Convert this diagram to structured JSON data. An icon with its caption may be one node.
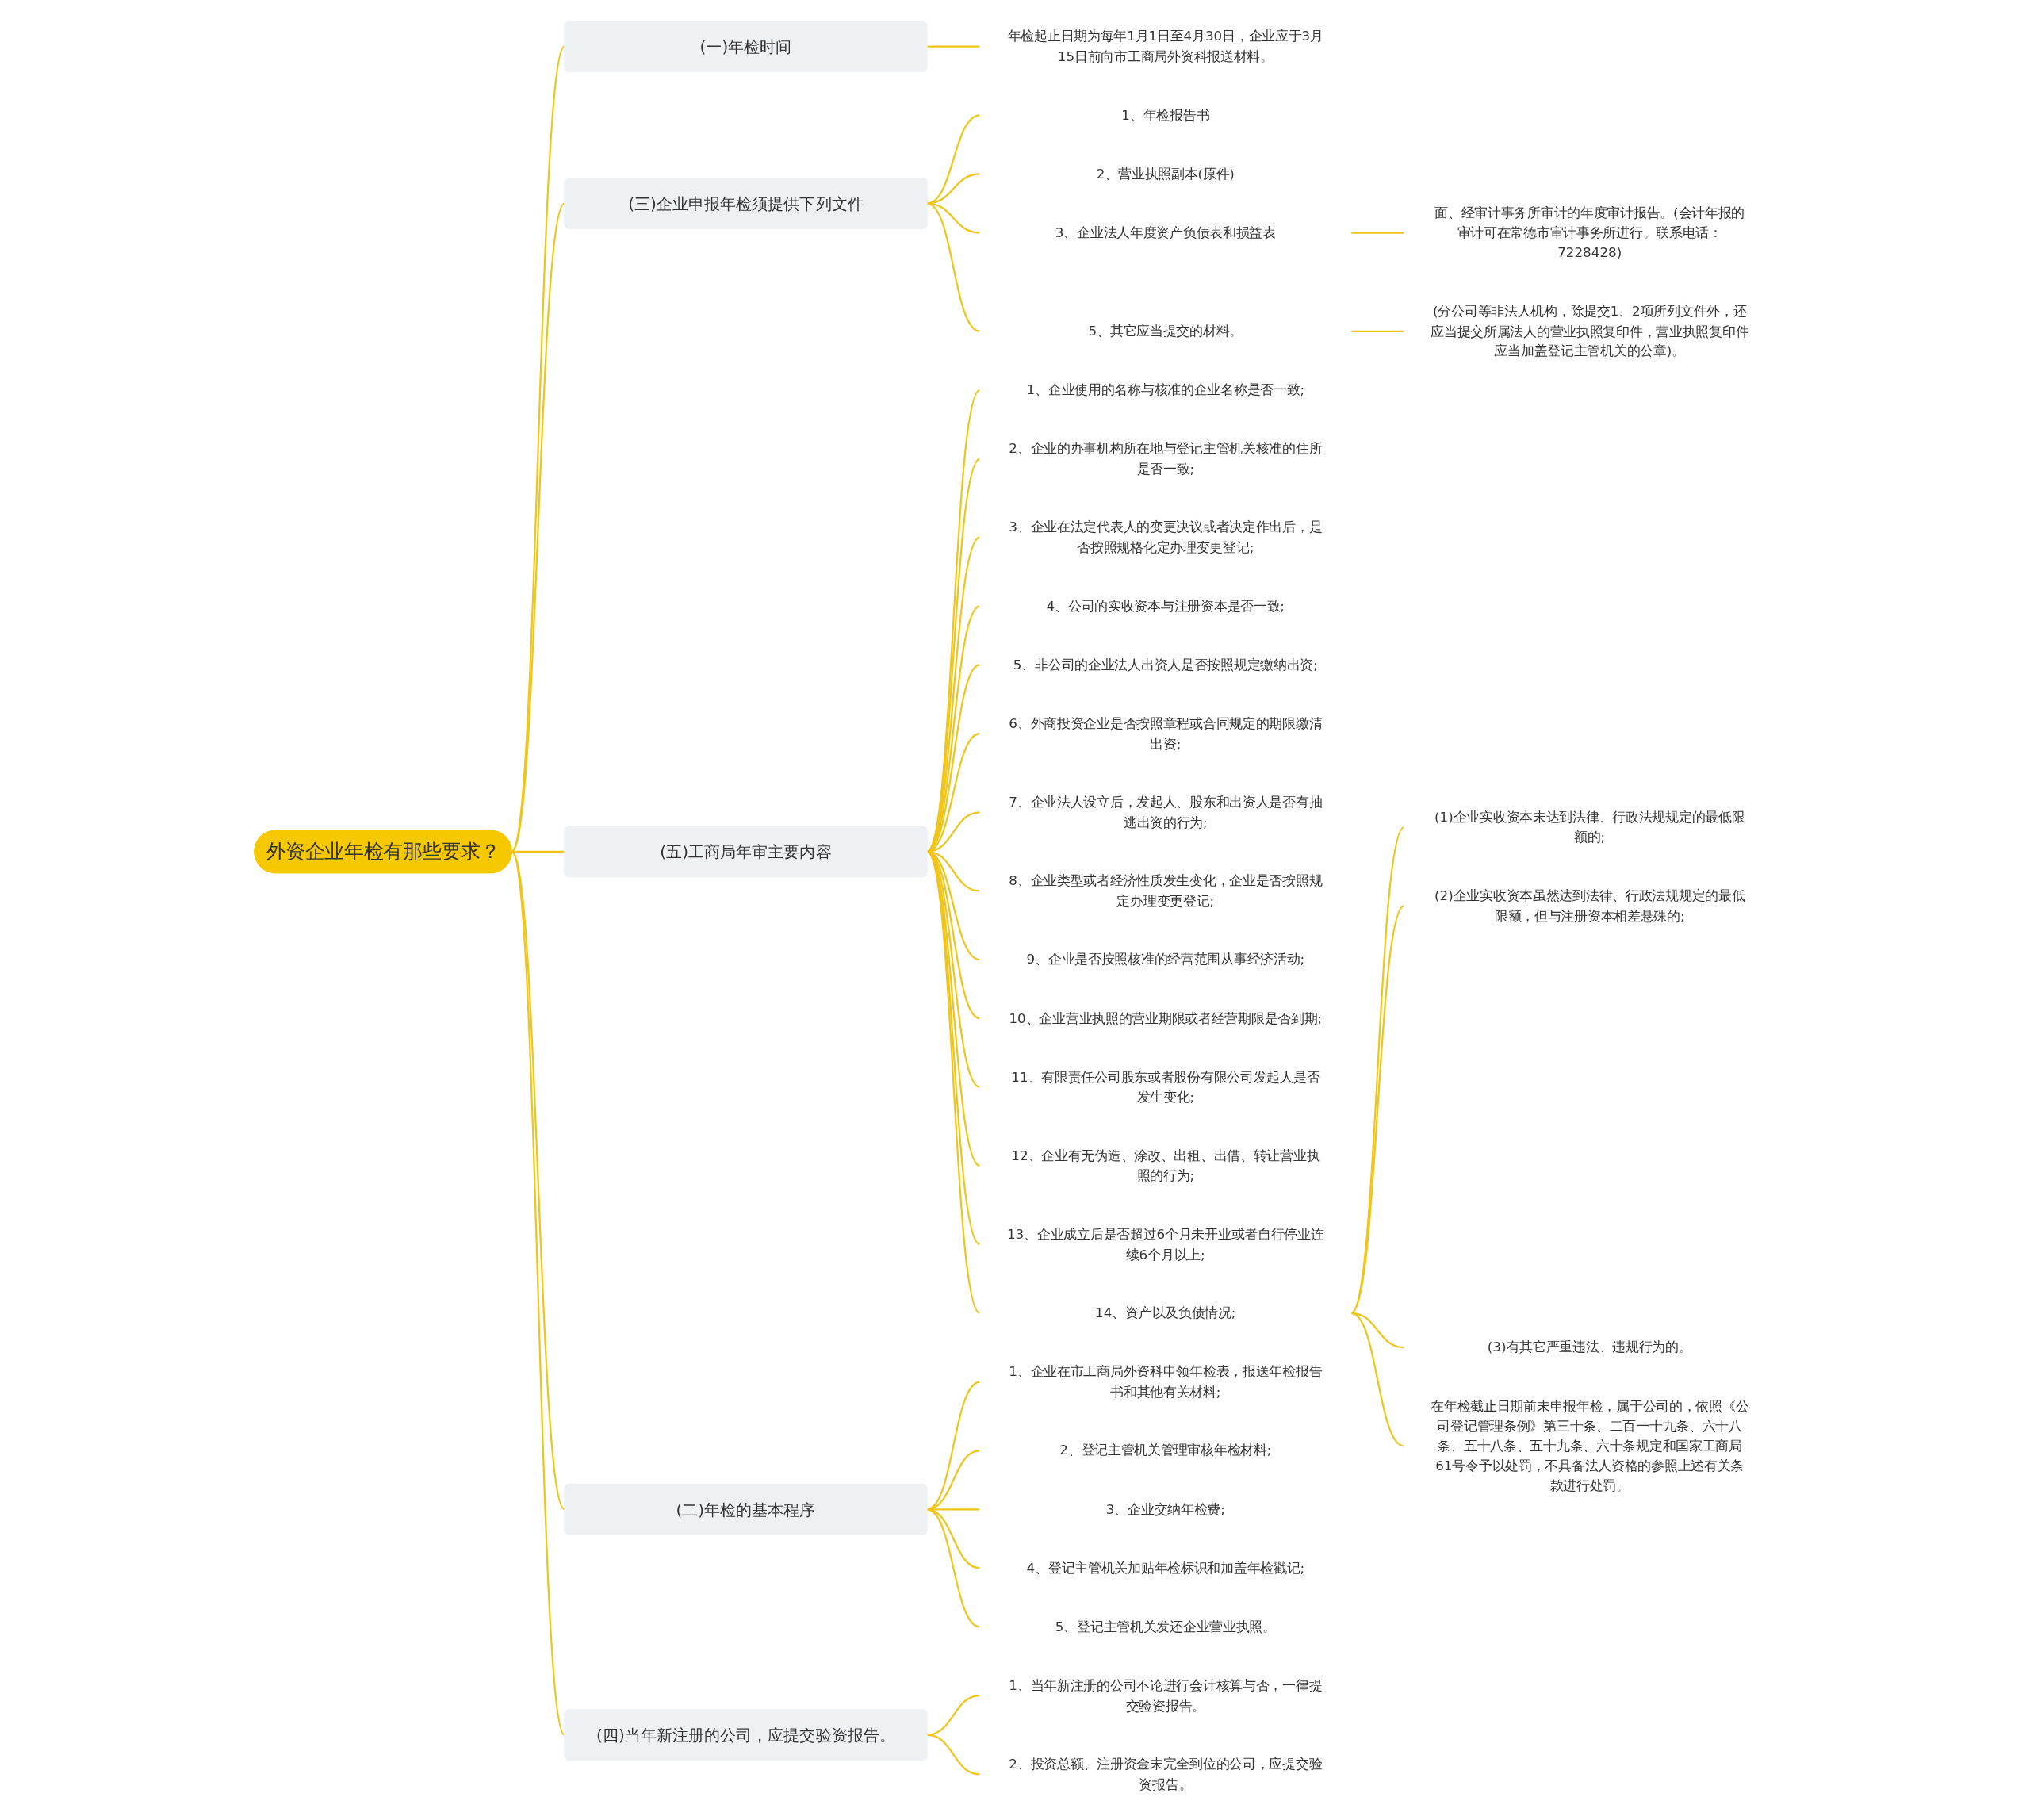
{
  "diagram": {
    "nodes": [
      {
        "text": [
          "外资企业年检有那些要求？"
        ]
      },
      {
        "text": [
          "(一)年检时间"
        ]
      },
      {
        "text": [
          "年检起止日期为每年1月1日至4月30日，企业应于3月15日前向市工商局外资科报送材料。"
        ]
      },
      {
        "text": [
          "(三)企业申报年检须提供下列文件"
        ]
      },
      {
        "text": [
          "1、年检报告书"
        ]
      },
      {
        "text": [
          "2、营业执照副本(原件)"
        ]
      },
      {
        "text": [
          "3、企业法人年度资产负债表和损益表"
        ]
      },
      {
        "text": [
          "面、经审计事务所审计的年度审计报告。(会计年报的审计可在常德市审计事务所进行。联系电话：7228428)"
        ]
      },
      {
        "text": [
          "5、其它应当提交的材料。"
        ]
      },
      {
        "text": [
          "(分公司等非法人机构，除提交1、2项所列文件外，还应当提交所属法人的营业执照复印件，营业执照复印件应当加盖登记主管机关的公章)。"
        ]
      },
      {
        "text": [
          "(五)工商局年审主要内容"
        ]
      },
      {
        "text": [
          "1、企业使用的名称与核准的企业名称是否一致;"
        ]
      },
      {
        "text": [
          "2、企业的办事机构所在地与登记主管机关核准的住所是否一致;"
        ]
      },
      {
        "text": [
          "3、企业在法定代表人的变更决议或者决定作出后，是否按照规格化定办理变更登记;"
        ]
      },
      {
        "text": [
          "4、公司的实收资本与注册资本是否一致;"
        ]
      },
      {
        "text": [
          "5、非公司的企业法人出资人是否按照规定缴纳出资;"
        ]
      },
      {
        "text": [
          "6、外商投资企业是否按照章程或合同规定的期限缴清出资;"
        ]
      },
      {
        "text": [
          "7、企业法人设立后，发起人、股东和出资人是否有抽逃出资的行为;"
        ]
      },
      {
        "text": [
          "8、企业类型或者经济性质发生变化，企业是否按照规定办理变更登记;"
        ]
      },
      {
        "text": [
          "9、企业是否按照核准的经营范围从事经济活动;"
        ]
      },
      {
        "text": [
          "10、企业营业执照的营业期限或者经营期限是否到期;"
        ]
      },
      {
        "text": [
          "11、有限责任公司股东或者股份有限公司发起人是否发生变化;"
        ]
      },
      {
        "text": [
          "12、企业有无伪造、涂改、出租、出借、转让营业执照的行为;"
        ]
      },
      {
        "text": [
          "13、企业成立后是否超过6个月未开业或者自行停业连续6个月以上;"
        ]
      },
      {
        "text": [
          "14、资产以及负债情况;"
        ]
      },
      {
        "text": [
          "(1)企业实收资本未达到法律、行政法规规定的最低限额的;"
        ]
      },
      {
        "text": [
          "(2)企业实收资本虽然达到法律、行政法规规定的最低限额，但与注册资本相差悬殊的;"
        ]
      },
      {
        "text": [
          "(3)有其它严重违法、违规行为的。"
        ]
      },
      {
        "text": [
          "在年检截止日期前未申报年检，属于公司的，依照《公司登记管理条例》第三十条、二百一十九条、六十八条、五十八条、五十九条、六十条规定和国家工商局61号令予以处罚，不具备法人资格的参照上述有关条款进行处罚。"
        ]
      },
      {
        "text": [
          "(二)年检的基本程序"
        ]
      },
      {
        "text": [
          "1、企业在市工商局外资科申领年检表，报送年检报告书和其他有关材料;"
        ]
      },
      {
        "text": [
          "2、登记主管机关管理审核年检材料;"
        ]
      },
      {
        "text": [
          "3、企业交纳年检费;"
        ]
      },
      {
        "text": [
          "4、登记主管机关加贴年检标识和加盖年检戳记;"
        ]
      },
      {
        "text": [
          "5、登记主管机关发还企业营业执照。"
        ]
      },
      {
        "text": [
          "(四)当年新注册的公司，应提交验资报告。"
        ]
      },
      {
        "text": [
          "1、当年新注册的公司不论进行会计核算与否，一律提交验资报告。"
        ]
      },
      {
        "text": [
          "2、投资总额、注册资金未完全到位的公司，应提交验资报告。"
        ]
      }
    ],
    "edges": [
      {
        "from": 0,
        "to": 1,
        "arrow": "none"
      },
      {
        "from": 1,
        "to": 2,
        "arrow": "none"
      },
      {
        "from": 0,
        "to": 3,
        "arrow": "none"
      },
      {
        "from": 3,
        "to": 4,
        "arrow": "none"
      },
      {
        "from": 3,
        "to": 5,
        "arrow": "none"
      },
      {
        "from": 3,
        "to": 6,
        "arrow": "none"
      },
      {
        "from": 6,
        "to": 7,
        "arrow": "none"
      },
      {
        "from": 3,
        "to": 8,
        "arrow": "none"
      },
      {
        "from": 8,
        "to": 9,
        "arrow": "none"
      },
      {
        "from": 0,
        "to": 10,
        "arrow": "none"
      },
      {
        "from": 10,
        "to": 11,
        "arrow": "none"
      },
      {
        "from": 10,
        "to": 12,
        "arrow": "none"
      },
      {
        "from": 10,
        "to": 13,
        "arrow": "none"
      },
      {
        "from": 10,
        "to": 14,
        "arrow": "none"
      },
      {
        "from": 10,
        "to": 15,
        "arrow": "none"
      },
      {
        "from": 10,
        "to": 16,
        "arrow": "none"
      },
      {
        "from": 10,
        "to": 17,
        "arrow": "none"
      },
      {
        "from": 10,
        "to": 18,
        "arrow": "none"
      },
      {
        "from": 10,
        "to": 19,
        "arrow": "none"
      },
      {
        "from": 10,
        "to": 20,
        "arrow": "none"
      },
      {
        "from": 10,
        "to": 21,
        "arrow": "none"
      },
      {
        "from": 10,
        "to": 22,
        "arrow": "none"
      },
      {
        "from": 10,
        "to": 23,
        "arrow": "none"
      },
      {
        "from": 10,
        "to": 24,
        "arrow": "none"
      },
      {
        "from": 24,
        "to": 25,
        "arrow": "none"
      },
      {
        "from": 24,
        "to": 26,
        "arrow": "none"
      },
      {
        "from": 24,
        "to": 27,
        "arrow": "none"
      },
      {
        "from": 24,
        "to": 28,
        "arrow": "none"
      },
      {
        "from": 0,
        "to": 29,
        "arrow": "none"
      },
      {
        "from": 29,
        "to": 30,
        "arrow": "none"
      },
      {
        "from": 29,
        "to": 31,
        "arrow": "none"
      },
      {
        "from": 29,
        "to": 32,
        "arrow": "none"
      },
      {
        "from": 29,
        "to": 33,
        "arrow": "none"
      },
      {
        "from": 29,
        "to": 34,
        "arrow": "none"
      },
      {
        "from": 0,
        "to": 35,
        "arrow": "none"
      },
      {
        "from": 35,
        "to": 36,
        "arrow": "none"
      },
      {
        "from": 35,
        "to": 37,
        "arrow": "none"
      }
    ]
  }
}
